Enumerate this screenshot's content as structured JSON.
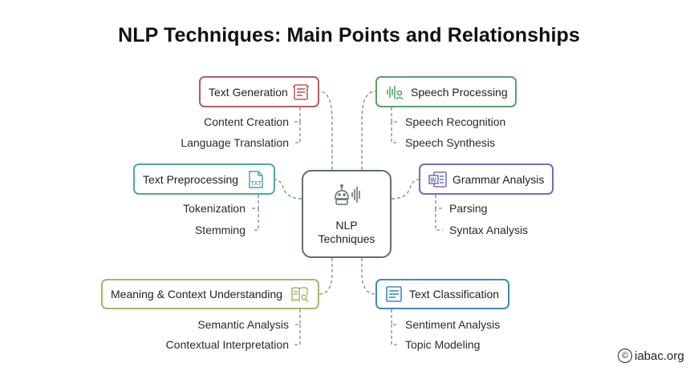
{
  "title": "NLP Techniques: Main Points and Relationships",
  "center": {
    "label": "NLP\nTechniques"
  },
  "colors": {
    "text_generation": "#b45f5a",
    "speech_processing": "#5aa06a",
    "text_preprocessing": "#4fa7a6",
    "grammar_analysis": "#6e6fb8",
    "meaning_context": "#9dbb6a",
    "text_classification": "#3f8db4",
    "connector": "#7a8a8a",
    "center_border": "#5f6f6f"
  },
  "nodes": {
    "text_generation": {
      "label": "Text Generation",
      "icon": "document-text-icon",
      "subs": [
        "Content Creation",
        "Language Translation"
      ]
    },
    "speech_processing": {
      "label": "Speech Processing",
      "icon": "speech-waveform-icon",
      "subs": [
        "Speech Recognition",
        "Speech Synthesis"
      ]
    },
    "text_preprocessing": {
      "label": "Text Preprocessing",
      "icon": "txt-file-icon",
      "subs": [
        "Tokenization",
        "Stemming"
      ]
    },
    "grammar_analysis": {
      "label": "Grammar Analysis",
      "icon": "word-document-icon",
      "subs": [
        "Parsing",
        "Syntax Analysis"
      ]
    },
    "meaning_context": {
      "label": "Meaning & Context Understanding",
      "icon": "book-search-icon",
      "subs": [
        "Semantic Analysis",
        "Contextual Interpretation"
      ]
    },
    "text_classification": {
      "label": "Text Classification",
      "icon": "list-document-icon",
      "subs": [
        "Sentiment Analysis",
        "Topic Modeling"
      ]
    }
  },
  "credit": {
    "symbol": "©",
    "text": "iabac.org"
  }
}
